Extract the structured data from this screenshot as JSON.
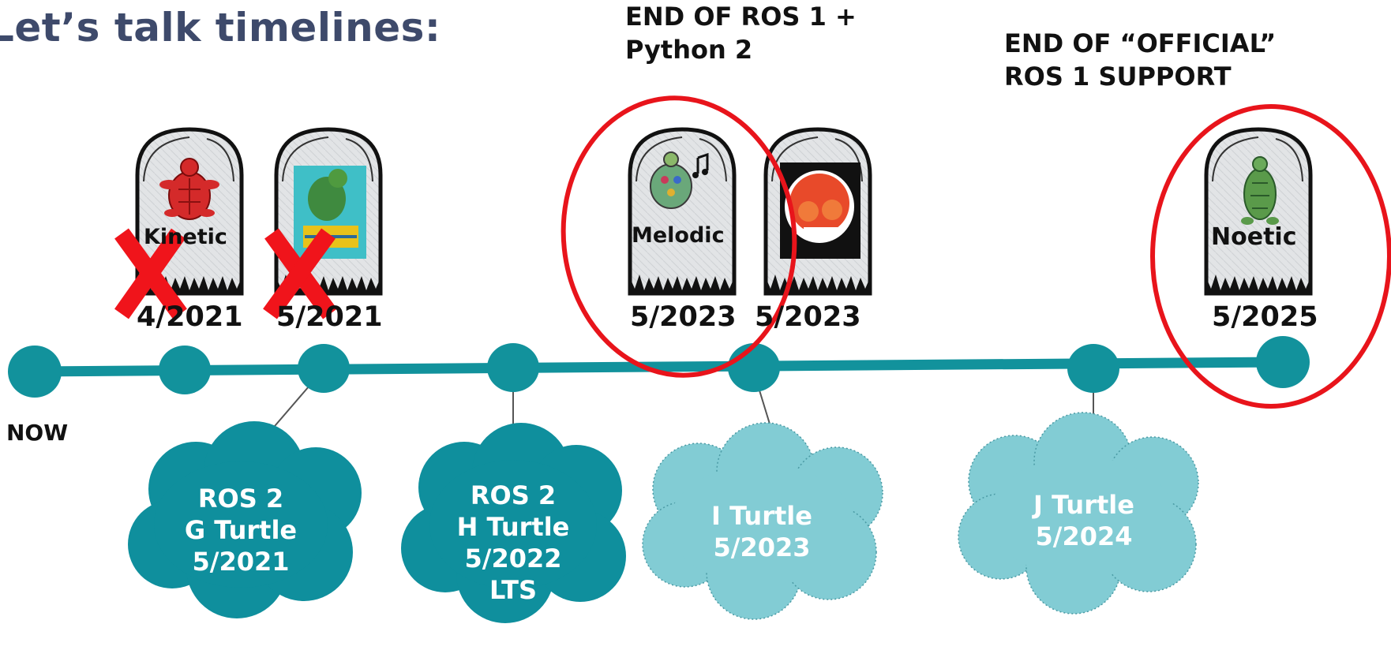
{
  "title": "Let’s talk timelines:",
  "notes": {
    "end_ros1_line1": "END OF ROS 1 +",
    "end_ros1_line2": "Python 2",
    "end_official_line1": "END OF “OFFICIAL”",
    "end_official_line2": "ROS 1 SUPPORT"
  },
  "timeline": {
    "start_label": "NOW",
    "ros1_releases": [
      {
        "name": "Kinetic",
        "eol": "4/2021",
        "status": "ended"
      },
      {
        "name": "",
        "eol": "5/2021",
        "status": "ended"
      },
      {
        "name": "Melodic",
        "eol": "5/2023",
        "status": "circled"
      },
      {
        "name": "",
        "eol": "5/2023",
        "status": "normal"
      },
      {
        "name": "Noetic",
        "eol": "5/2025",
        "status": "circled"
      }
    ],
    "ros2_releases": [
      {
        "line1": "ROS 2",
        "line2": "G Turtle",
        "line3": "5/2021",
        "line4": ""
      },
      {
        "line1": "ROS 2",
        "line2": "H Turtle",
        "line3": "5/2022",
        "line4": "LTS"
      },
      {
        "line1": "I Turtle",
        "line2": "5/2023"
      },
      {
        "line1": "J Turtle",
        "line2": "5/2024"
      }
    ]
  },
  "colors": {
    "timeline": "#12929c",
    "cloud_dark": "#0f8f9d",
    "cloud_light": "#82ccd4",
    "circle": "#e8141b",
    "cross": "#f0141b",
    "title": "#3e4a6b"
  },
  "icons": [
    "red-turtle-icon",
    "ros-poster-icon",
    "music-turtle-icon",
    "ros-poster-icon",
    "green-turtle-icon"
  ]
}
